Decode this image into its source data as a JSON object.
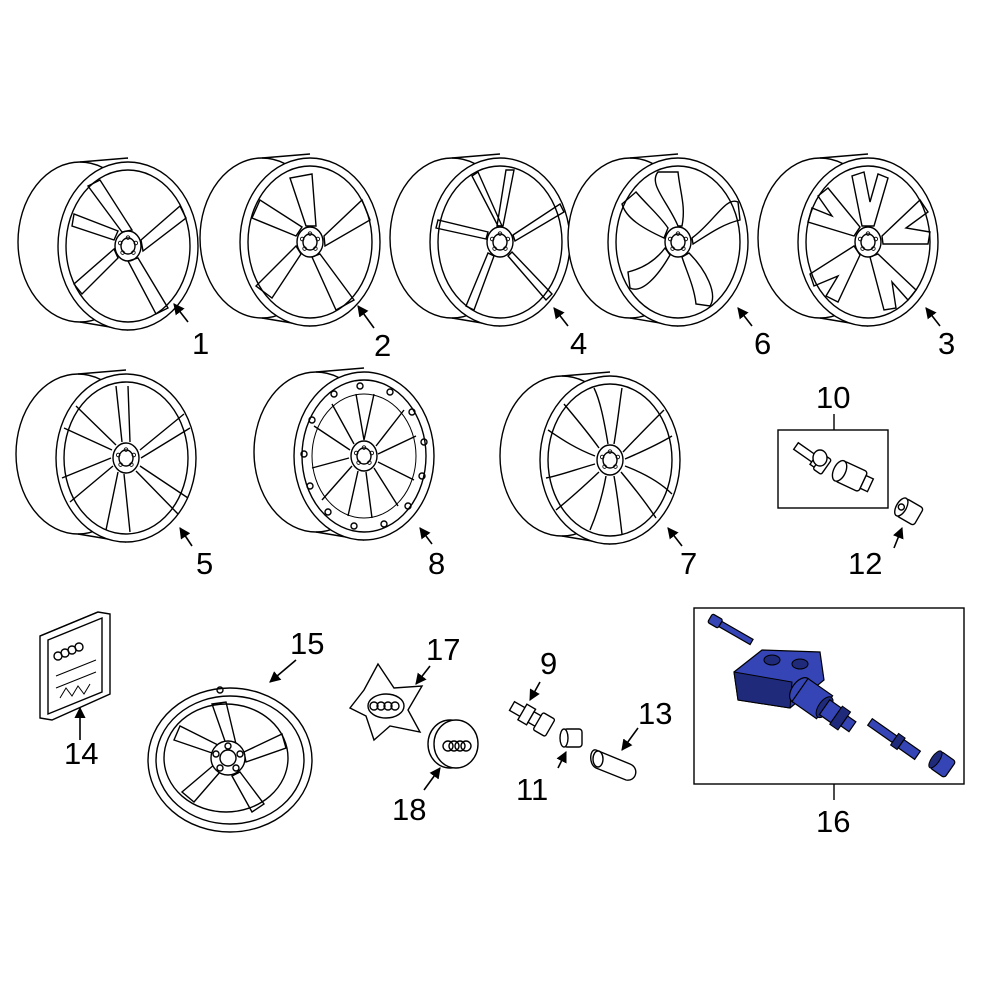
{
  "colors": {
    "highlight": "#3545b5",
    "highlight_dark": "#1f2a7a",
    "line": "#000000",
    "background": "#ffffff"
  },
  "callouts": {
    "p1": "1",
    "p2": "2",
    "p3": "3",
    "p4": "4",
    "p5": "5",
    "p6": "6",
    "p7": "7",
    "p8": "8",
    "p9": "9",
    "p10": "10",
    "p11": "11",
    "p12": "12",
    "p13": "13",
    "p14": "14",
    "p15": "15",
    "p16": "16",
    "p17": "17",
    "p18": "18"
  },
  "highlighted_part": "16"
}
